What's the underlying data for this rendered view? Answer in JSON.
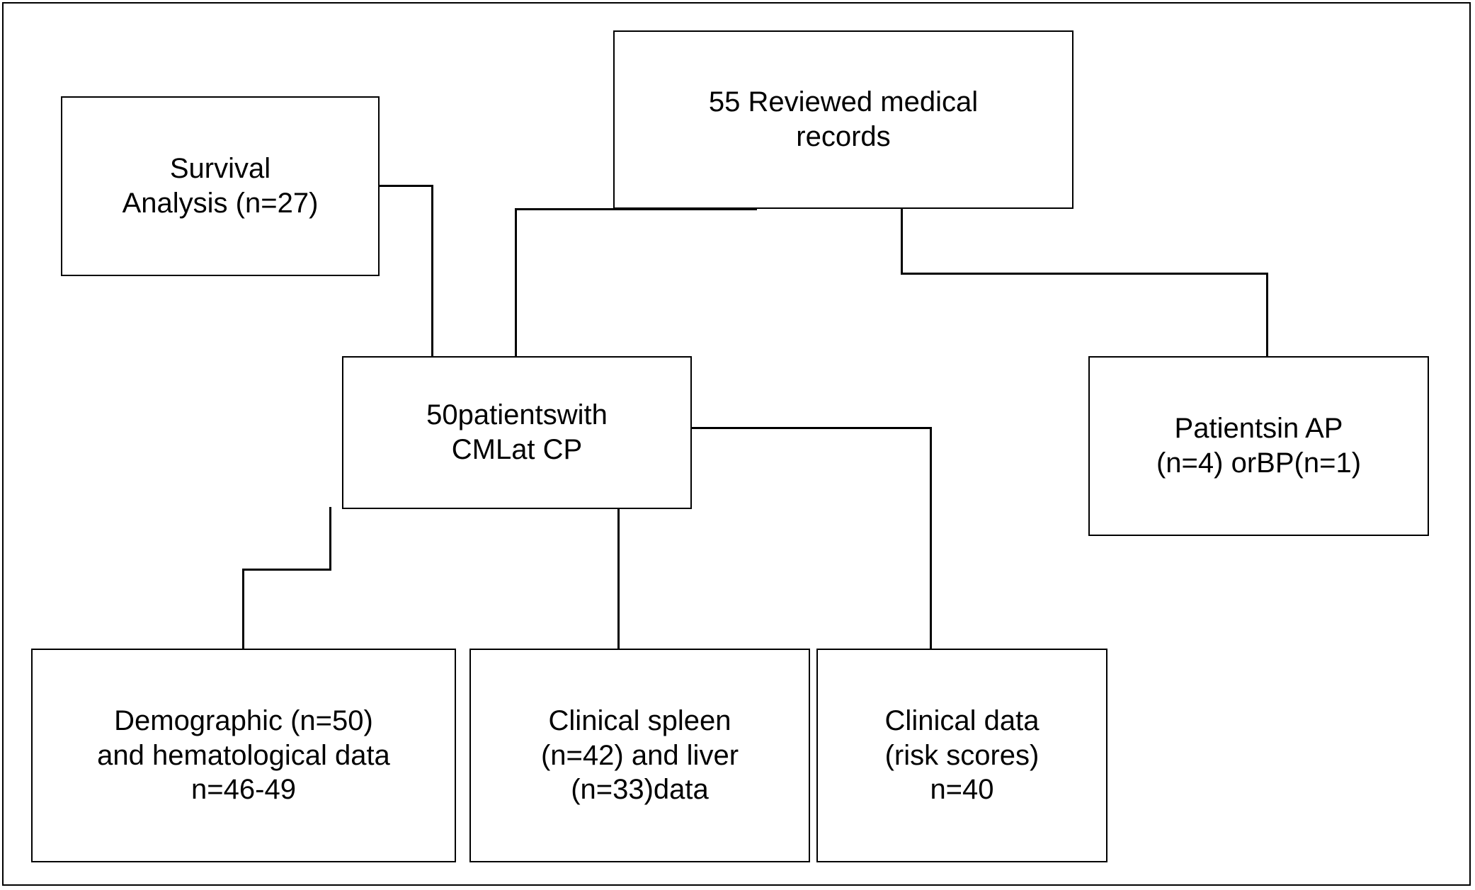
{
  "figure": {
    "kind": "flowchart",
    "title": "Patient selection flow diagram",
    "background_color": "#ffffff",
    "line_color": "#000000",
    "text_color": "#000000"
  },
  "nodes": {
    "reviewed_records": {
      "label": "55 Reviewed medical\nrecords"
    },
    "survival_analysis": {
      "label": "Survival\nAnalysis (n=27)"
    },
    "cml_cp": {
      "label": "50patientswith\nCMLat CP"
    },
    "ap_bp": {
      "label": "Patientsin AP\n(n=4) orBP(n=1)"
    },
    "demographic": {
      "label": "Demographic (n=50)\nand hematological data\nn=46-49"
    },
    "spleen_liver": {
      "label": "Clinical spleen\n(n=42) and liver\n(n=33)data"
    },
    "risk_scores": {
      "label": "Clinical data\n(risk scores)\nn=40"
    }
  },
  "edges": [
    {
      "name": "records-to-cml-cp",
      "from": "reviewed_records",
      "to": "cml_cp"
    },
    {
      "name": "records-to-ap-bp",
      "from": "reviewed_records",
      "to": "ap_bp"
    },
    {
      "name": "survival-to-cml-cp",
      "from": "survival_analysis",
      "to": "cml_cp"
    },
    {
      "name": "cml-cp-to-demographic",
      "from": "cml_cp",
      "to": "demographic"
    },
    {
      "name": "cml-cp-to-spleen-liver",
      "from": "cml_cp",
      "to": "spleen_liver"
    },
    {
      "name": "cml-cp-to-risk-scores",
      "from": "cml_cp",
      "to": "risk_scores"
    }
  ]
}
